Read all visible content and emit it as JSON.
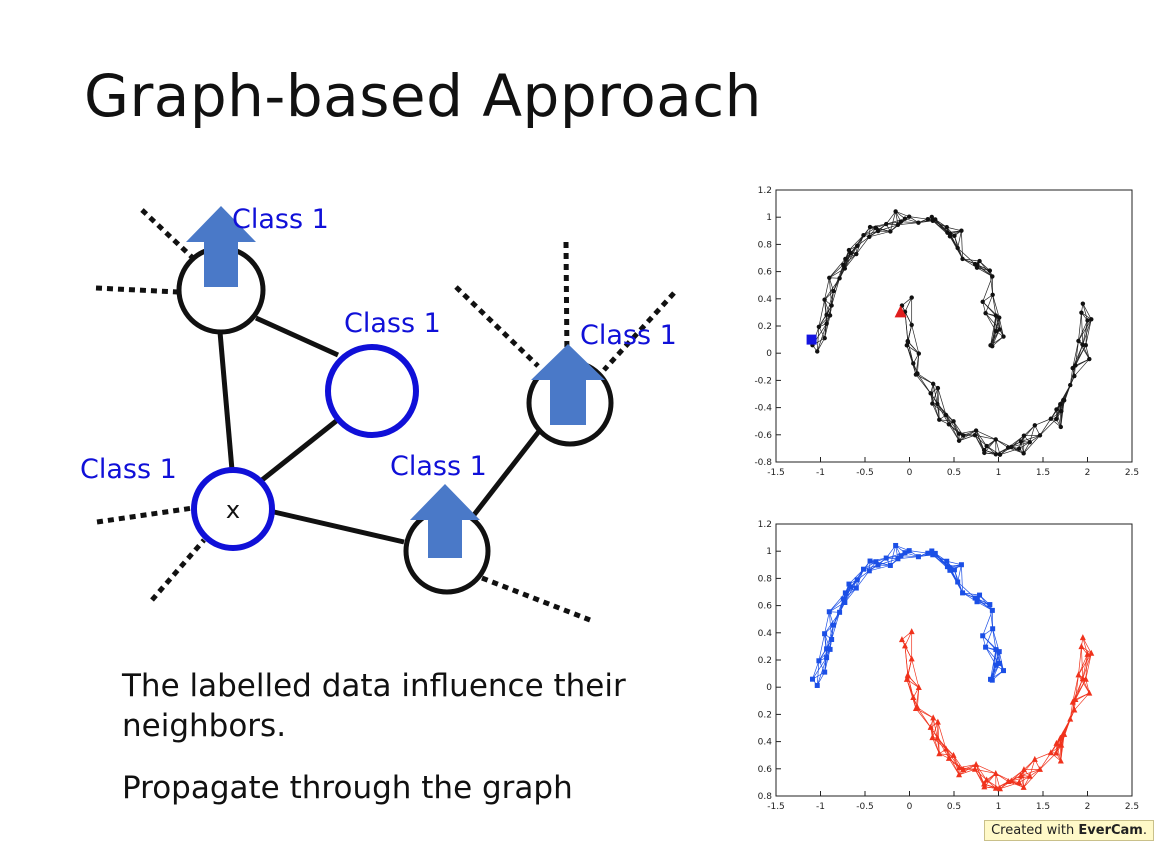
{
  "slide": {
    "title": "Graph-based Approach",
    "bullets": [
      "The labelled data influence their neighbors.",
      "Propagate through the graph"
    ]
  },
  "diagram": {
    "class_labels": [
      "Class 1",
      "Class 1",
      "Class 1",
      "Class 1",
      "Class 1"
    ],
    "x_node_label": "x",
    "colors": {
      "class_blue": "#1010d8",
      "arrow_blue": "#4a79c8",
      "edge": "#111111"
    }
  },
  "chart_data": [
    {
      "type": "scatter",
      "xlim": [
        -1.5,
        2.5
      ],
      "ylim": [
        -0.8,
        1.2
      ],
      "x_ticks": [
        "-1.5",
        "-1",
        "-0.5",
        "0",
        "0.5",
        "1",
        "1.5",
        "2",
        "2.5"
      ],
      "y_ticks": [
        "1.2",
        "1",
        "0.8",
        "0.6",
        "0.4",
        "0.2",
        "0",
        "-0.2",
        "-0.4",
        "-0.6",
        "-0.8"
      ],
      "series": [
        {
          "color": "#111111",
          "marker": "dot",
          "role": "unlabeled-two-moons-graph"
        },
        {
          "color": "#1414e0",
          "marker": "square",
          "points": [
            [
              -1.1,
              0.1
            ]
          ]
        },
        {
          "color": "#e01e1e",
          "marker": "triangle",
          "points": [
            [
              -0.1,
              0.3
            ]
          ]
        }
      ]
    },
    {
      "type": "scatter",
      "xlim": [
        -1.5,
        2.5
      ],
      "ylim": [
        -0.8,
        1.2
      ],
      "x_ticks": [
        "-1.5",
        "-1",
        "-0.5",
        "0",
        "0.5",
        "1",
        "1.5",
        "2",
        "2.5"
      ],
      "y_ticks": [
        "1.2",
        "1",
        "0.8",
        "0.6",
        "0.4",
        "0.2",
        "0",
        "0.2",
        "0.4",
        "0.6",
        "0.8"
      ],
      "series": [
        {
          "color": "#1b4fe6",
          "marker": "square",
          "role": "upper-moon-propagated"
        },
        {
          "color": "#f0321c",
          "marker": "triangle",
          "role": "lower-moon-propagated"
        }
      ]
    }
  ],
  "watermark": {
    "prefix": "Created with",
    "brand": "EverCam",
    "suffix": "."
  }
}
